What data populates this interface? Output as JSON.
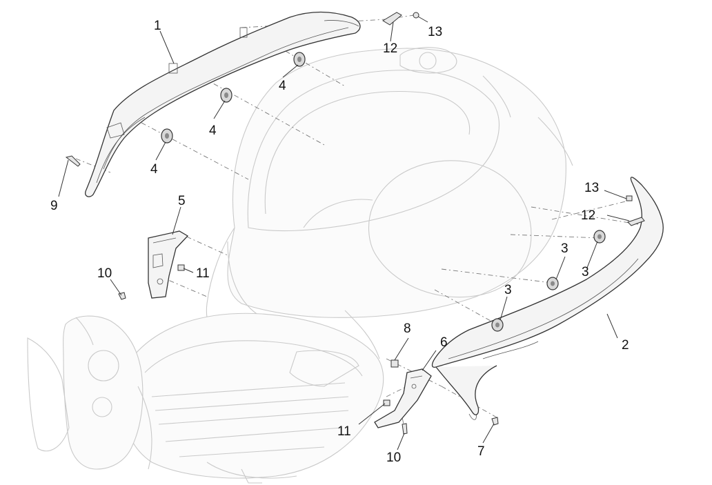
{
  "callouts": {
    "c1": "1",
    "c2": "2",
    "c3a": "3",
    "c3b": "3",
    "c3c": "3",
    "c4a": "4",
    "c4b": "4",
    "c4c": "4",
    "c5": "5",
    "c6": "6",
    "c7": "7",
    "c8": "8",
    "c9": "9",
    "c10a": "10",
    "c10b": "10",
    "c11a": "11",
    "c11b": "11",
    "c12a": "12",
    "c12b": "12",
    "c13a": "13",
    "c13b": "13"
  },
  "colors": {
    "outline": "#333333",
    "ghost_frame": "#c9c9c9",
    "background": "#ffffff"
  }
}
